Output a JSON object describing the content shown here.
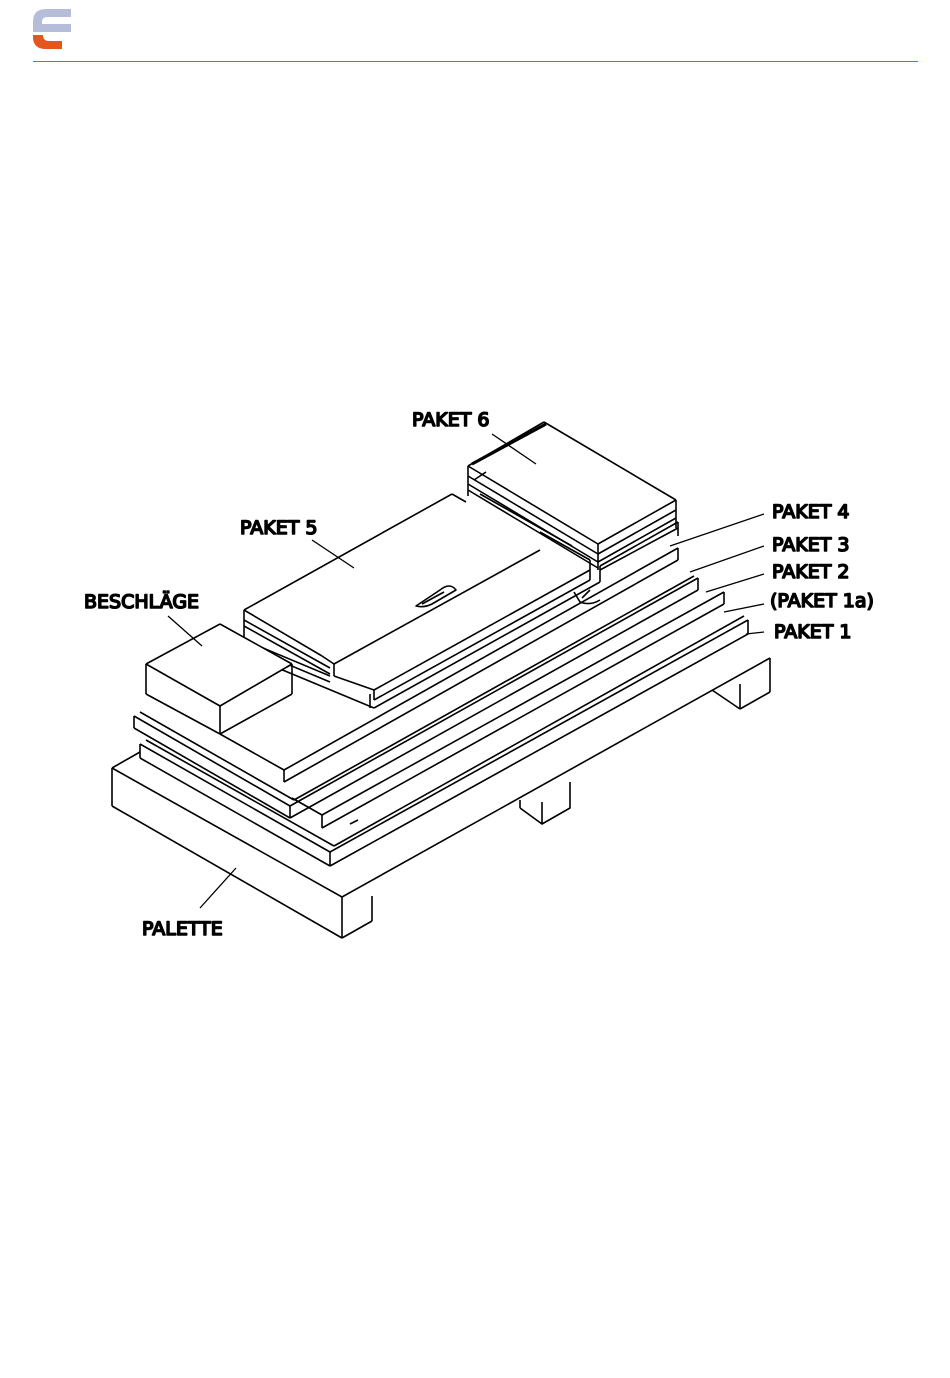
{
  "colors": {
    "accent": "#e3561f",
    "logo_grey": "#b6bdd8",
    "ink": "#000000"
  },
  "header": {
    "logo_icon": "brand-logo-icon"
  },
  "labels": {
    "paket6": "PAKET 6",
    "paket5": "PAKET 5",
    "beschlaege": "BESCHLÄGE",
    "paket4": "PAKET 4",
    "paket3": "PAKET 3",
    "paket2": "PAKET 2",
    "paket1a": "(PAKET 1a)",
    "paket1": "PAKET 1",
    "palette": "PALETTE"
  }
}
